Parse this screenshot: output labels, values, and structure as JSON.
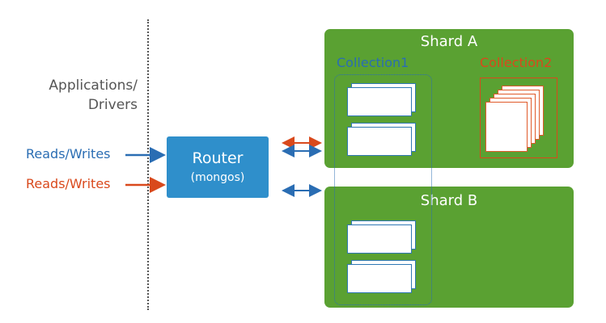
{
  "labels": {
    "applications": "Applications/",
    "drivers": "Drivers",
    "reads_writes_blue": "Reads/Writes",
    "reads_writes_red": "Reads/Writes"
  },
  "router": {
    "title": "Router",
    "subtitle": "(mongos)"
  },
  "shards": [
    {
      "title": "Shard A"
    },
    {
      "title": "Shard B"
    }
  ],
  "collections": {
    "c1": "Collection1",
    "c2": "Collection2"
  },
  "colors": {
    "blue": "#2a6db3",
    "red": "#d9491c",
    "router": "#2f8fcb",
    "shard": "#5aa132",
    "text_gray": "#555555"
  }
}
